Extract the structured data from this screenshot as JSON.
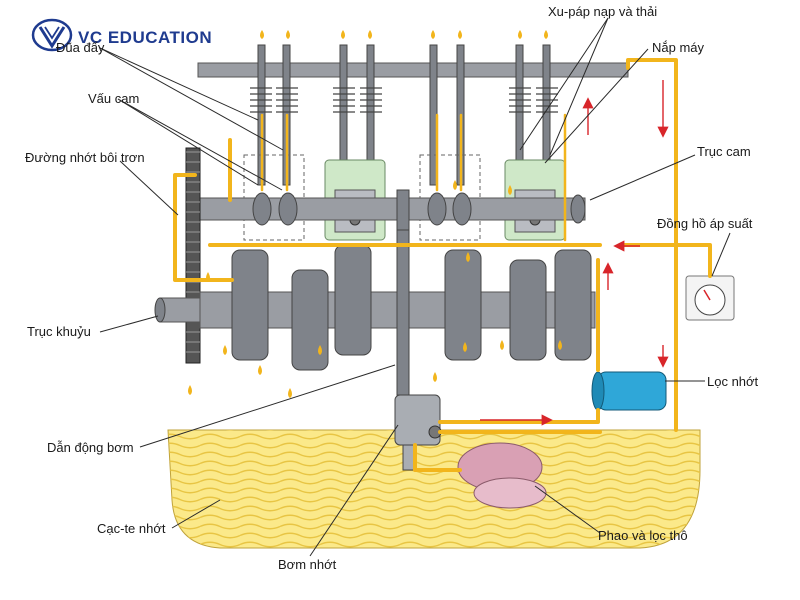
{
  "logo": {
    "text": "VC EDUCATION",
    "color": "#1f3b8f",
    "icon": "vc-education-logo-icon"
  },
  "labels": {
    "dua_day": "Đũa đẩy",
    "vau_cam": "Vấu cam",
    "duong_nhot": "Đường nhớt bôi trơn",
    "truc_khuyu": "Trục khuỷu",
    "dan_dong_bom": "Dẫn động bơm",
    "cac_te": "Cạc-te nhớt",
    "bom_nhot": "Bơm nhớt",
    "phao": "Phao và lọc thô",
    "loc_nhot": "Lọc nhớt",
    "dong_ho": "Đồng hồ áp suất",
    "truc_cam": "Trục cam",
    "nap_may": "Nắp máy",
    "xu_pap": "Xu-páp nạp và thải"
  },
  "colors": {
    "oil": "#f2b51c",
    "oil_sump": "#f7e27a",
    "metal": "#9a9da3",
    "cylinder": "#cfe8c8",
    "filter": "#2fa7d8",
    "arrow": "#d8252a",
    "strainer": "#d9a0b4"
  }
}
